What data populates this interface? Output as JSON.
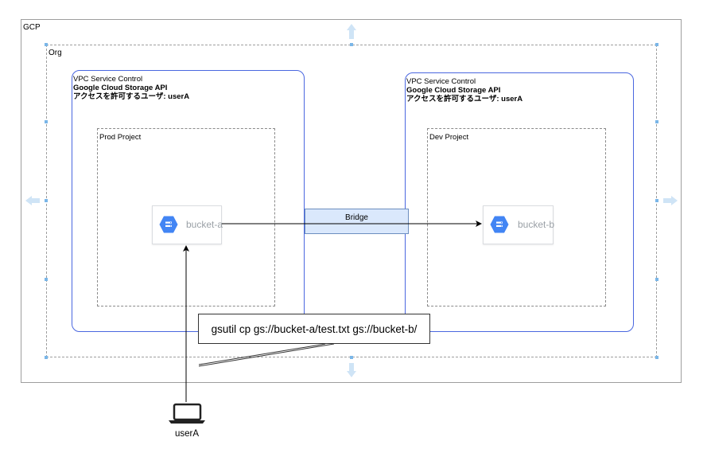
{
  "gcp": {
    "label": "GCP"
  },
  "org": {
    "label": "Org"
  },
  "vpc_left": {
    "title": "VPC Service Control",
    "api": "Google Cloud Storage API",
    "access": "アクセスを許可するユーザ: userA"
  },
  "vpc_right": {
    "title": "VPC Service Control",
    "api": "Google Cloud Storage API",
    "access": "アクセスを許可するユーザ: userA"
  },
  "prod_project": {
    "label": "Prod Project"
  },
  "dev_project": {
    "label": "Dev Project"
  },
  "bucket_a": {
    "label": "bucket-a"
  },
  "bucket_b": {
    "label": "bucket-b"
  },
  "bridge": {
    "label": "Bridge"
  },
  "command": {
    "text": "gsutil cp gs://bucket-a/test.txt gs://bucket-b/"
  },
  "user": {
    "label": "userA"
  },
  "colors": {
    "vpc_border": "#4a67e0",
    "bridge_fill": "#dae8fc",
    "bridge_border": "#6c8ebf",
    "gcs_icon": "#4285f4",
    "selection_handle": "#7ab6e8"
  }
}
